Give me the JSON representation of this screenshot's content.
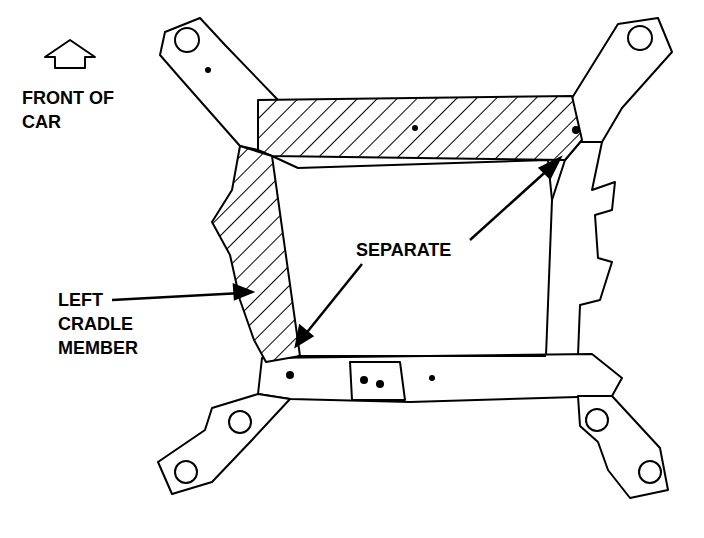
{
  "diagram": {
    "labels": [
      "FRONT OF CAR",
      "SEPARATE",
      "LEFT CRADLE MEMBER"
    ]
  }
}
